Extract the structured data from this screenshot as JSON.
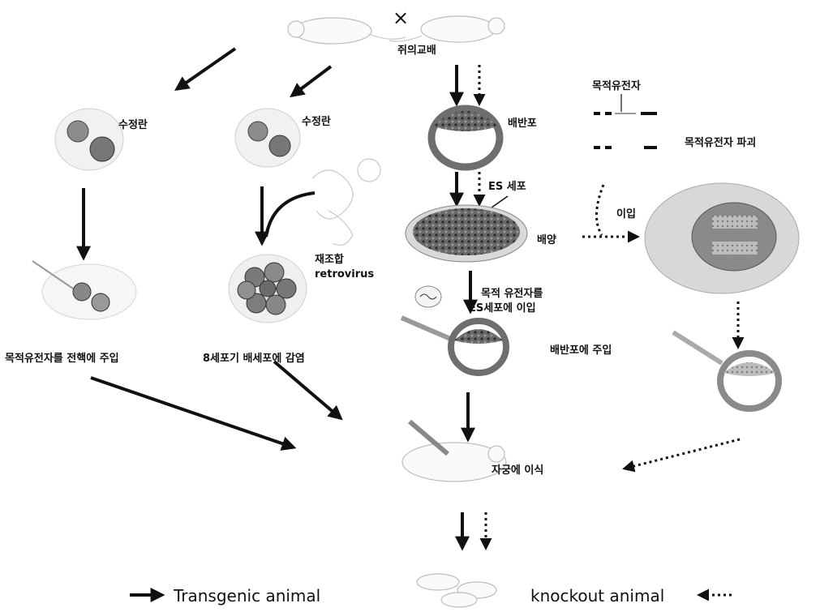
{
  "labels": {
    "mating": "쥐의교배",
    "fertilized_egg_left": "수정란",
    "fertilized_egg_mid": "수정란",
    "blastocyst": "배반포",
    "target_gene": "목적유전자",
    "target_gene_disrupt": "목적유전자 파괴",
    "es_cell": "ES 세포",
    "introduce": "이입",
    "culture": "배양",
    "recombinant_line1": "재조합",
    "recombinant_line2": "retrovirus",
    "inject_pronucleus": "목적유전자를 전핵에 주입",
    "infect_8cell": "8세포기 배세포에 감염",
    "gene_into_es_line1": "목적 유전자를",
    "gene_into_es_line2": "ES세포에 이입",
    "inject_blastocyst": "배반포에 주입",
    "uterus_transplant": "자궁에 이식",
    "cross_symbol": "×"
  },
  "legend": {
    "transgenic": "Transgenic animal",
    "knockout": "knockout animal"
  }
}
